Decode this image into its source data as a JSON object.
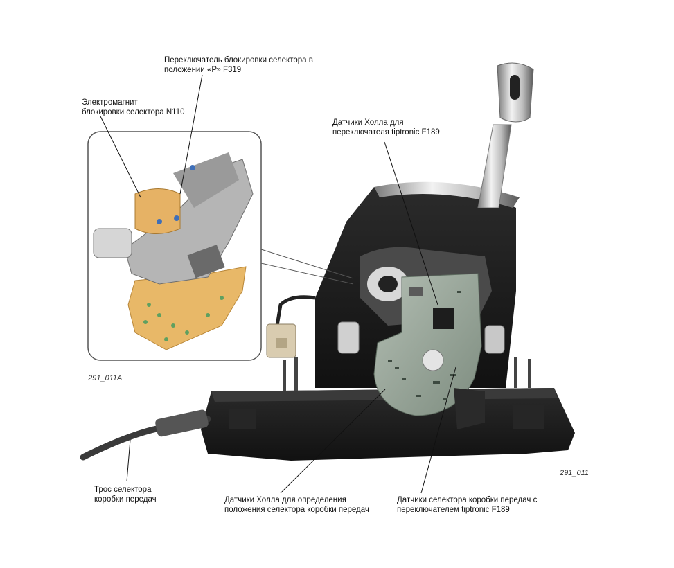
{
  "labels": {
    "p_lock_switch": [
      "Переключатель блокировки селектора в",
      "положении «Р» F319"
    ],
    "lock_solenoid": [
      "Электромагнит",
      "блокировки селектора N110"
    ],
    "hall_tiptronic": [
      "Датчики Холла для",
      "переключателя tiptronic F189"
    ],
    "selector_cable": [
      "Трос селектора",
      "коробки передач"
    ],
    "hall_position": [
      "Датчики Холла для определения",
      "положения селектора коробки передач"
    ],
    "selector_sensors": [
      "Датчики селектора коробки передач с",
      "переключателем tiptronic F189"
    ]
  },
  "codes": {
    "inset": "291_011A",
    "main": "291_011"
  },
  "colors": {
    "pcb_green": "#9aa89a",
    "inset_pcb": "#e8b868",
    "housing_black": "#1c1c1c",
    "inset_border": "#555555"
  }
}
